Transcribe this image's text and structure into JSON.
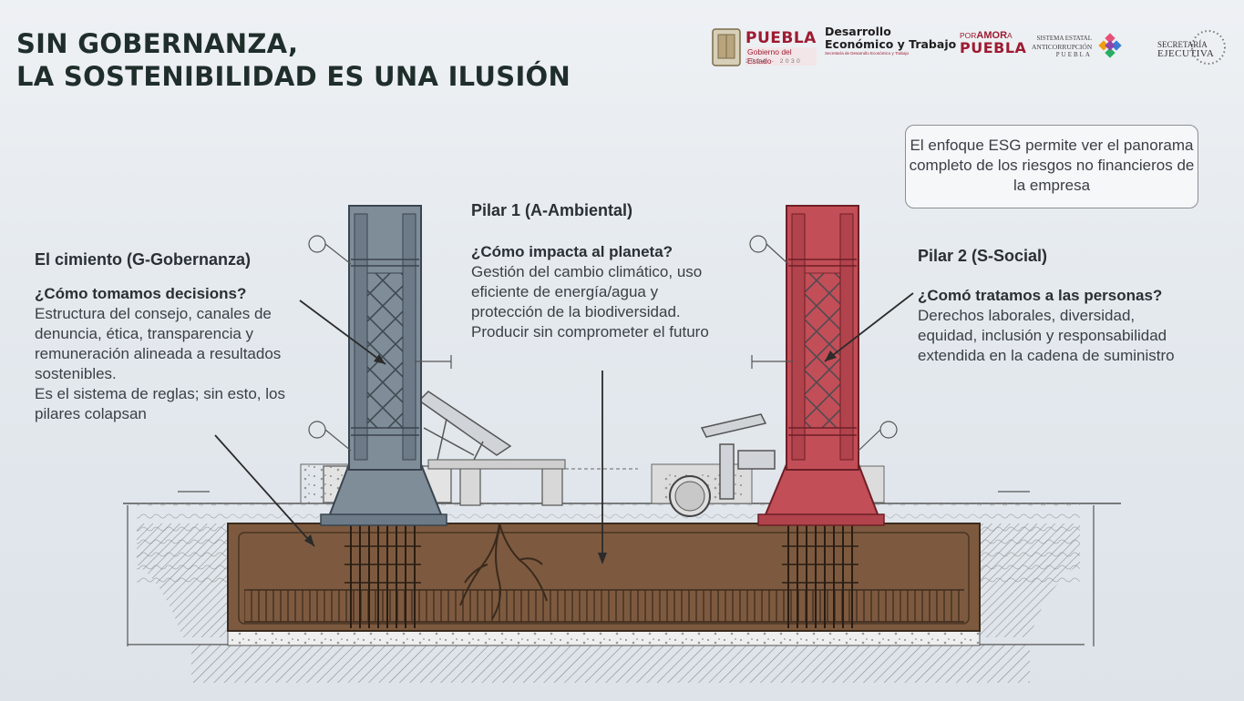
{
  "header": {
    "title_line1": "SIN GOBERNANZA,",
    "title_line2": "LA SOSTENIBILIDAD ES UNA ILUSIÓN"
  },
  "logos": {
    "puebla": {
      "name": "PUEBLA",
      "sub": "Gobierno del Estado",
      "years": "2024 - 2030"
    },
    "desarrollo": {
      "line1": "Desarrollo",
      "line2": "Económico y Trabajo",
      "sub": "Secretaría de Desarrollo Económico y Trabajo"
    },
    "poramor": {
      "line1_a": "POR",
      "line1_b": "AMOR",
      "line1_c": "A",
      "line2": "PUEBLA"
    },
    "anticorrupcion": {
      "line1": "SISTEMA ESTATAL",
      "line2": "ANTICORRUPCIÓN",
      "line3": "PUEBLA"
    },
    "secretaria": {
      "line1": "SECRETARÍA",
      "line2": "EJECUTIVA"
    }
  },
  "note": "El enfoque ESG permite ver el panorama completo de los riesgos no financieros de la empresa",
  "gobernanza": {
    "heading": "El cimiento (G-Gobernanza)",
    "question": "¿Cómo tomamos decisions?",
    "body": "Estructura del consejo, canales de denuncia, ética, transparencia y remuneración alineada a resultados sostenibles.",
    "body2": "Es el sistema de reglas; sin esto, los pilares colapsan"
  },
  "ambiental": {
    "heading": "Pilar 1 (A-Ambiental)",
    "question": "¿Cómo impacta al planeta?",
    "body": "Gestión del cambio climático, uso eficiente de energía/agua y protección de la biodiversidad. Producir sin comprometer el futuro"
  },
  "social": {
    "heading": "Pilar 2 (S-Social)",
    "question": "¿Comó tratamos a las personas?",
    "body": "Derechos laborales, diversidad, equidad, inclusión y responsabilidad extendida en la cadena de suministro"
  },
  "colors": {
    "pillar_gray": "#7f8d99",
    "pillar_red": "#c24e57",
    "foundation": "#7d5a3f",
    "title": "#1f2e2a",
    "puebla_red": "#9e1b32"
  }
}
